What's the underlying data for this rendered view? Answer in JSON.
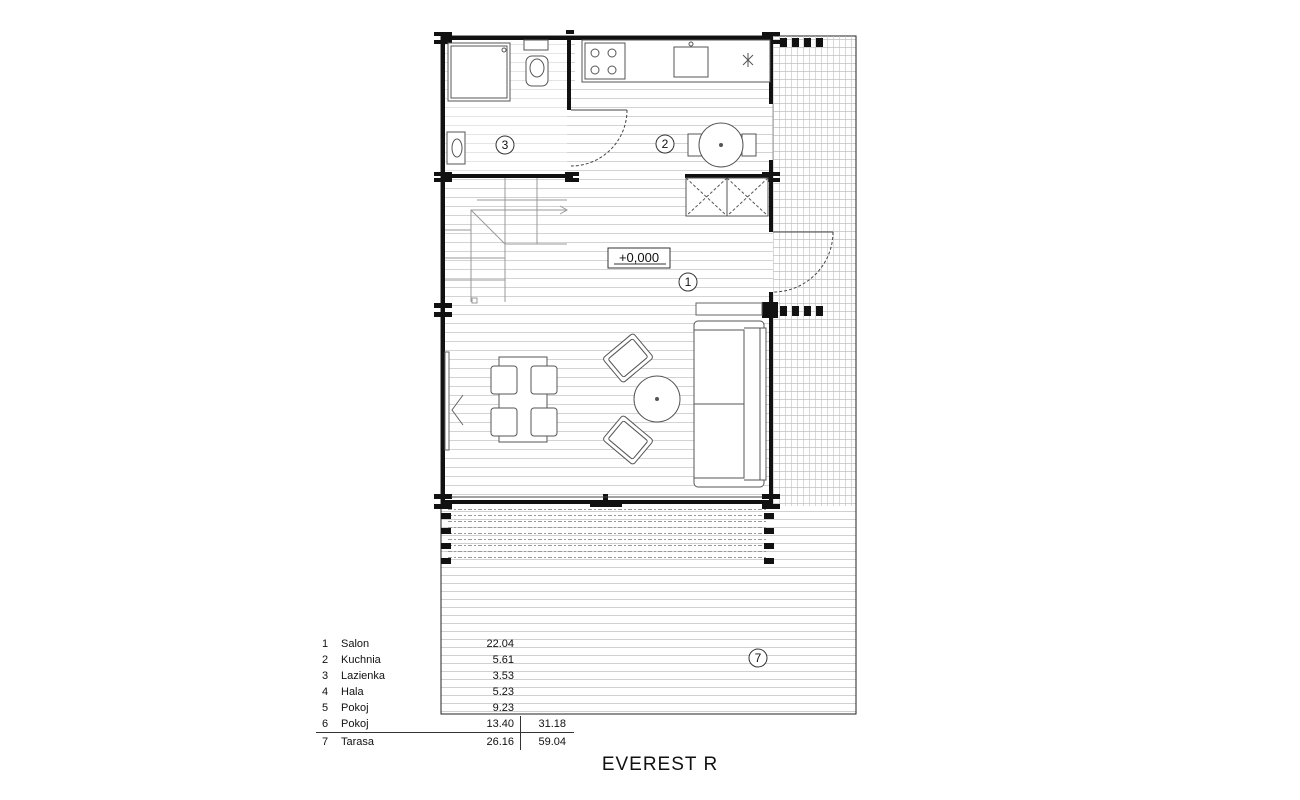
{
  "title": "EVEREST R",
  "level_marker": "+0,000",
  "room_markers": [
    "1",
    "2",
    "3",
    "7"
  ],
  "rooms": [
    {
      "num": "1",
      "name": "Salon",
      "area": "22.04",
      "sub": ""
    },
    {
      "num": "2",
      "name": "Kuchnia",
      "area": "5.61",
      "sub": ""
    },
    {
      "num": "3",
      "name": "Lazienka",
      "area": "3.53",
      "sub": ""
    },
    {
      "num": "4",
      "name": "Hala",
      "area": "5.23",
      "sub": ""
    },
    {
      "num": "5",
      "name": "Pokoj",
      "area": "9.23",
      "sub": ""
    },
    {
      "num": "6",
      "name": "Pokoj",
      "area": "13.40",
      "sub": "31.18"
    },
    {
      "num": "7",
      "name": "Tarasa",
      "area": "26.16",
      "sub": "59.04"
    }
  ]
}
